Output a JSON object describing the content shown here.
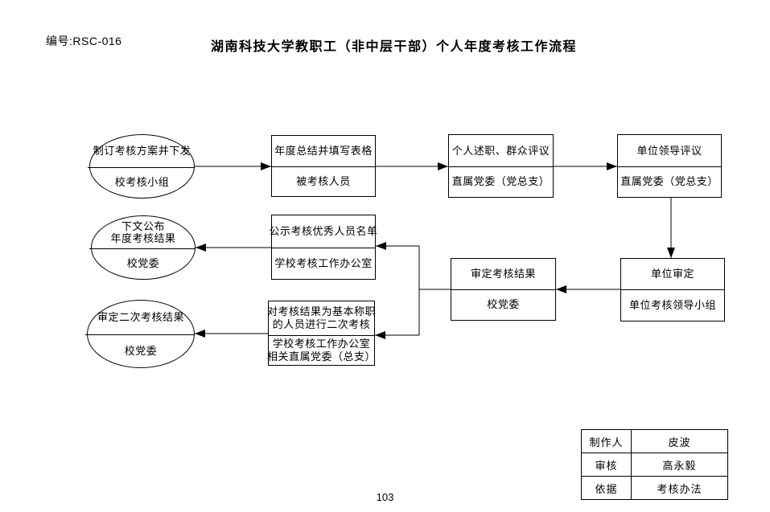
{
  "header": {
    "doc_number": "编号:RSC-016",
    "title": "湖南科技大学教职工（非中层干部）个人年度考核工作流程"
  },
  "flowchart": {
    "nodes": [
      {
        "id": "plan",
        "shape": "ellipse",
        "top": [
          "制订考核方案并下发"
        ],
        "bottom": [
          "校考核小组"
        ]
      },
      {
        "id": "summary",
        "shape": "rect",
        "top": [
          "年度总结并填写表格"
        ],
        "bottom": [
          "被考核人员"
        ]
      },
      {
        "id": "appraisal",
        "shape": "rect",
        "top": [
          "个人述职、群众评议"
        ],
        "bottom": [
          "直属党委（党总支）"
        ]
      },
      {
        "id": "leader-review",
        "shape": "rect",
        "top": [
          "单位领导评议"
        ],
        "bottom": [
          "直属党委（党总支）"
        ]
      },
      {
        "id": "unit-verify",
        "shape": "rect",
        "top": [
          "单位审定"
        ],
        "bottom": [
          "单位考核领导小组"
        ]
      },
      {
        "id": "verify-result",
        "shape": "rect",
        "top": [
          "审定考核结果"
        ],
        "bottom": [
          "校党委"
        ]
      },
      {
        "id": "publicize",
        "shape": "rect",
        "top": [
          "公示考核优秀人员名单"
        ],
        "bottom": [
          "学校考核工作办公室"
        ]
      },
      {
        "id": "announce",
        "shape": "ellipse",
        "top": [
          "下文公布",
          "年度考核结果"
        ],
        "bottom": [
          "校党委"
        ]
      },
      {
        "id": "second-assess",
        "shape": "rect",
        "top": [
          "对考核结果为基本称职",
          "的人员进行二次考核"
        ],
        "bottom": [
          "学校考核工作办公室",
          "相关直属党委（总支）"
        ]
      },
      {
        "id": "second-result",
        "shape": "ellipse",
        "top": [
          "审定二次考核结果"
        ],
        "bottom": [
          "校党委"
        ]
      }
    ],
    "connectors": [
      {
        "from": "plan",
        "to": "summary",
        "arrow": "right"
      },
      {
        "from": "summary",
        "to": "appraisal",
        "arrow": "right"
      },
      {
        "from": "appraisal",
        "to": "leader-review",
        "arrow": "right"
      },
      {
        "from": "leader-review",
        "to": "unit-verify",
        "arrow": "down"
      },
      {
        "from": "unit-verify",
        "to": "verify-result",
        "arrow": "left"
      },
      {
        "from": "verify-result",
        "to": "publicize",
        "arrow": "left"
      },
      {
        "from": "verify-result",
        "to": "second-assess",
        "arrow": "left"
      },
      {
        "from": "publicize",
        "to": "announce",
        "arrow": "left"
      },
      {
        "from": "second-assess",
        "to": "second-result",
        "arrow": "left"
      }
    ]
  },
  "info_table": {
    "rows": [
      {
        "label": "制作人",
        "value": "皮波"
      },
      {
        "label": "审核",
        "value": "高永毅"
      },
      {
        "label": "依据",
        "value": "考核办法"
      }
    ]
  },
  "page_number": "103",
  "colors": {
    "background": "#ffffff",
    "line": "#000000",
    "text": "#000000"
  }
}
